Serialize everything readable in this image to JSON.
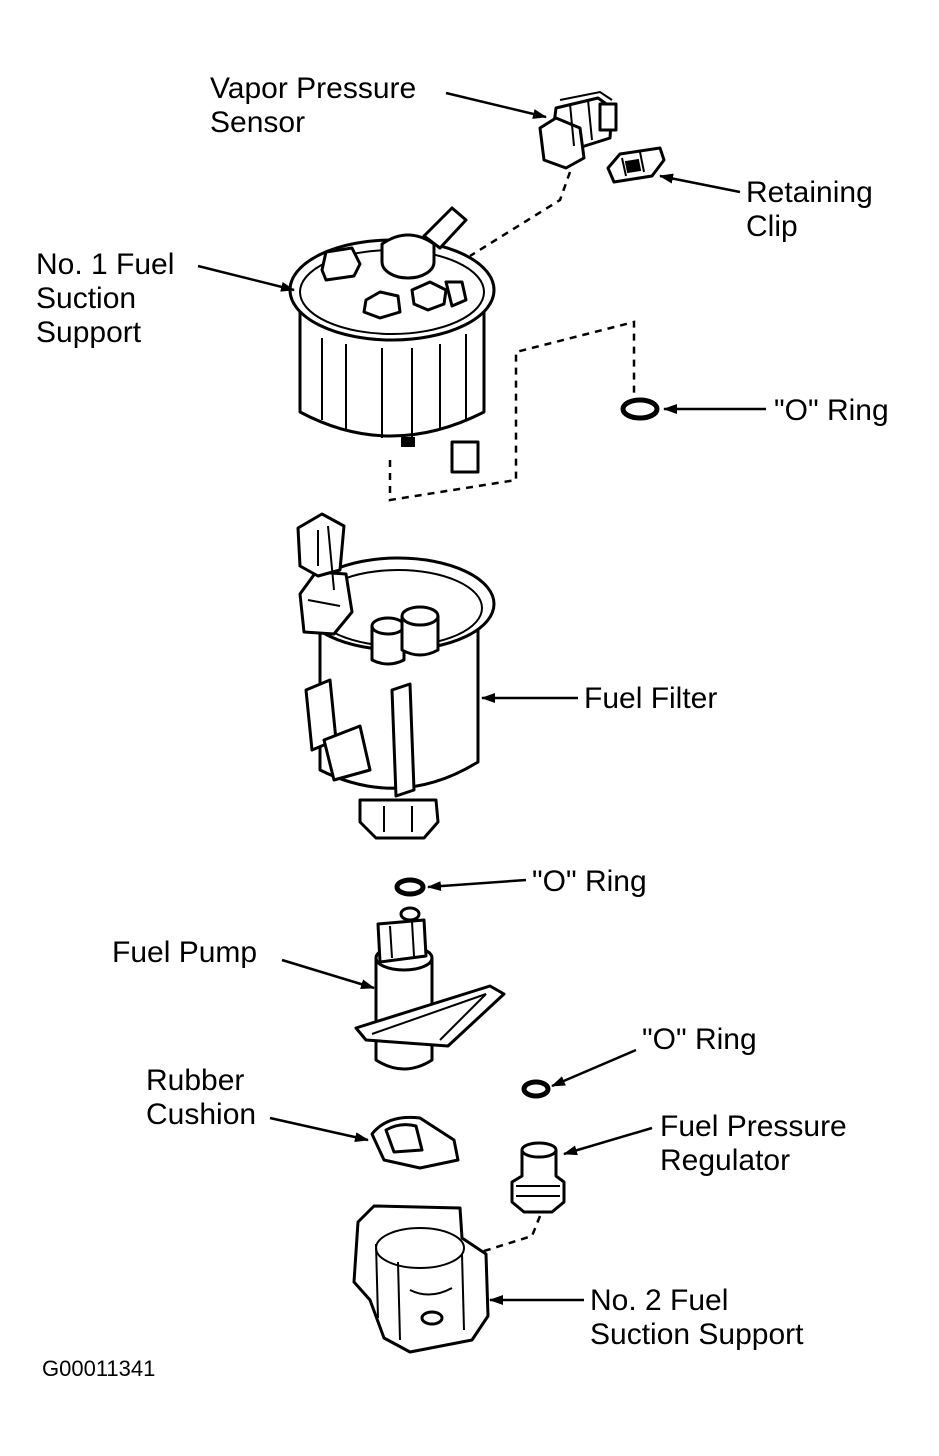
{
  "labels": {
    "vapor_pressure_sensor": [
      "Vapor Pressure",
      "Sensor"
    ],
    "retaining_clip": [
      "Retaining",
      "Clip"
    ],
    "no1_fuel_suction_support": [
      "No. 1 Fuel",
      "Suction",
      "Support"
    ],
    "o_ring_top": "\"O\" Ring",
    "fuel_filter": "Fuel Filter",
    "o_ring_middle": "\"O\" Ring",
    "fuel_pump": "Fuel Pump",
    "o_ring_bottom": "\"O\" Ring",
    "rubber_cushion": [
      "Rubber",
      "Cushion"
    ],
    "fuel_pressure_regulator": [
      "Fuel Pressure",
      "Regulator"
    ],
    "no2_fuel_suction_support": [
      "No. 2 Fuel",
      "Suction Support"
    ]
  },
  "figure_id": "G00011341"
}
